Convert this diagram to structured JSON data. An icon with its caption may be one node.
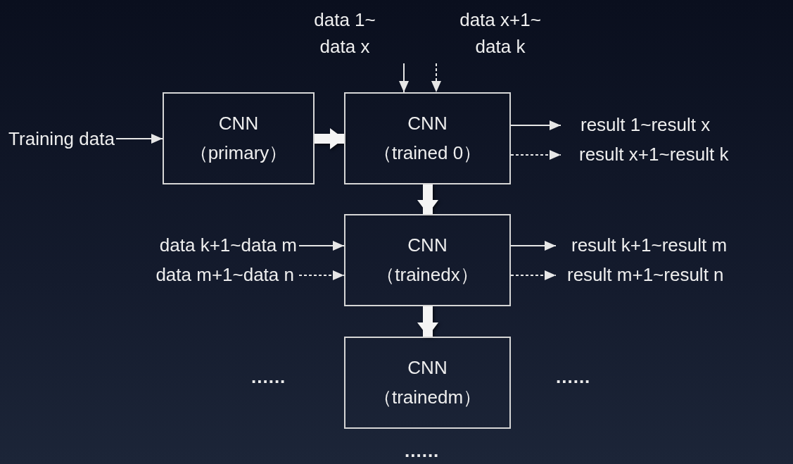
{
  "diagram": {
    "nodes": [
      {
        "text": [
          "Training data"
        ]
      },
      {
        "text": [
          "CNN",
          "（primary）"
        ]
      },
      {
        "text": [
          "data 1~ data x"
        ]
      },
      {
        "text": [
          "data x+1~ data k"
        ]
      },
      {
        "text": [
          "CNN",
          "（trained 0）"
        ]
      },
      {
        "text": [
          "result 1~result x"
        ]
      },
      {
        "text": [
          "result x+1~result k"
        ]
      },
      {
        "text": [
          "data k+1~data m"
        ]
      },
      {
        "text": [
          "data m+1~data n"
        ]
      },
      {
        "text": [
          "CNN",
          "（trainedx）"
        ]
      },
      {
        "text": [
          "result k+1~result m"
        ]
      },
      {
        "text": [
          "result m+1~result n"
        ]
      },
      {
        "text": [
          "CNN",
          "（trainedm）"
        ]
      }
    ],
    "edges": [
      {
        "from": 0,
        "to": 1,
        "arrow": "to"
      },
      {
        "from": 1,
        "to": 4,
        "arrow": "to",
        "style": "thick"
      },
      {
        "from": 2,
        "to": 4,
        "arrow": "to"
      },
      {
        "from": 3,
        "to": 4,
        "arrow": "to",
        "style": "dashed"
      },
      {
        "from": 4,
        "to": 5,
        "arrow": "to"
      },
      {
        "from": 4,
        "to": 6,
        "arrow": "to",
        "style": "dashed"
      },
      {
        "from": 4,
        "to": 9,
        "arrow": "to",
        "style": "thick"
      },
      {
        "from": 7,
        "to": 9,
        "arrow": "to"
      },
      {
        "from": 8,
        "to": 9,
        "arrow": "to",
        "style": "dashed"
      },
      {
        "from": 9,
        "to": 10,
        "arrow": "to"
      },
      {
        "from": 9,
        "to": 11,
        "arrow": "to",
        "style": "dashed"
      },
      {
        "from": 9,
        "to": 12,
        "arrow": "to",
        "style": "thick"
      }
    ],
    "labels": [
      "......",
      "......",
      "......"
    ]
  }
}
